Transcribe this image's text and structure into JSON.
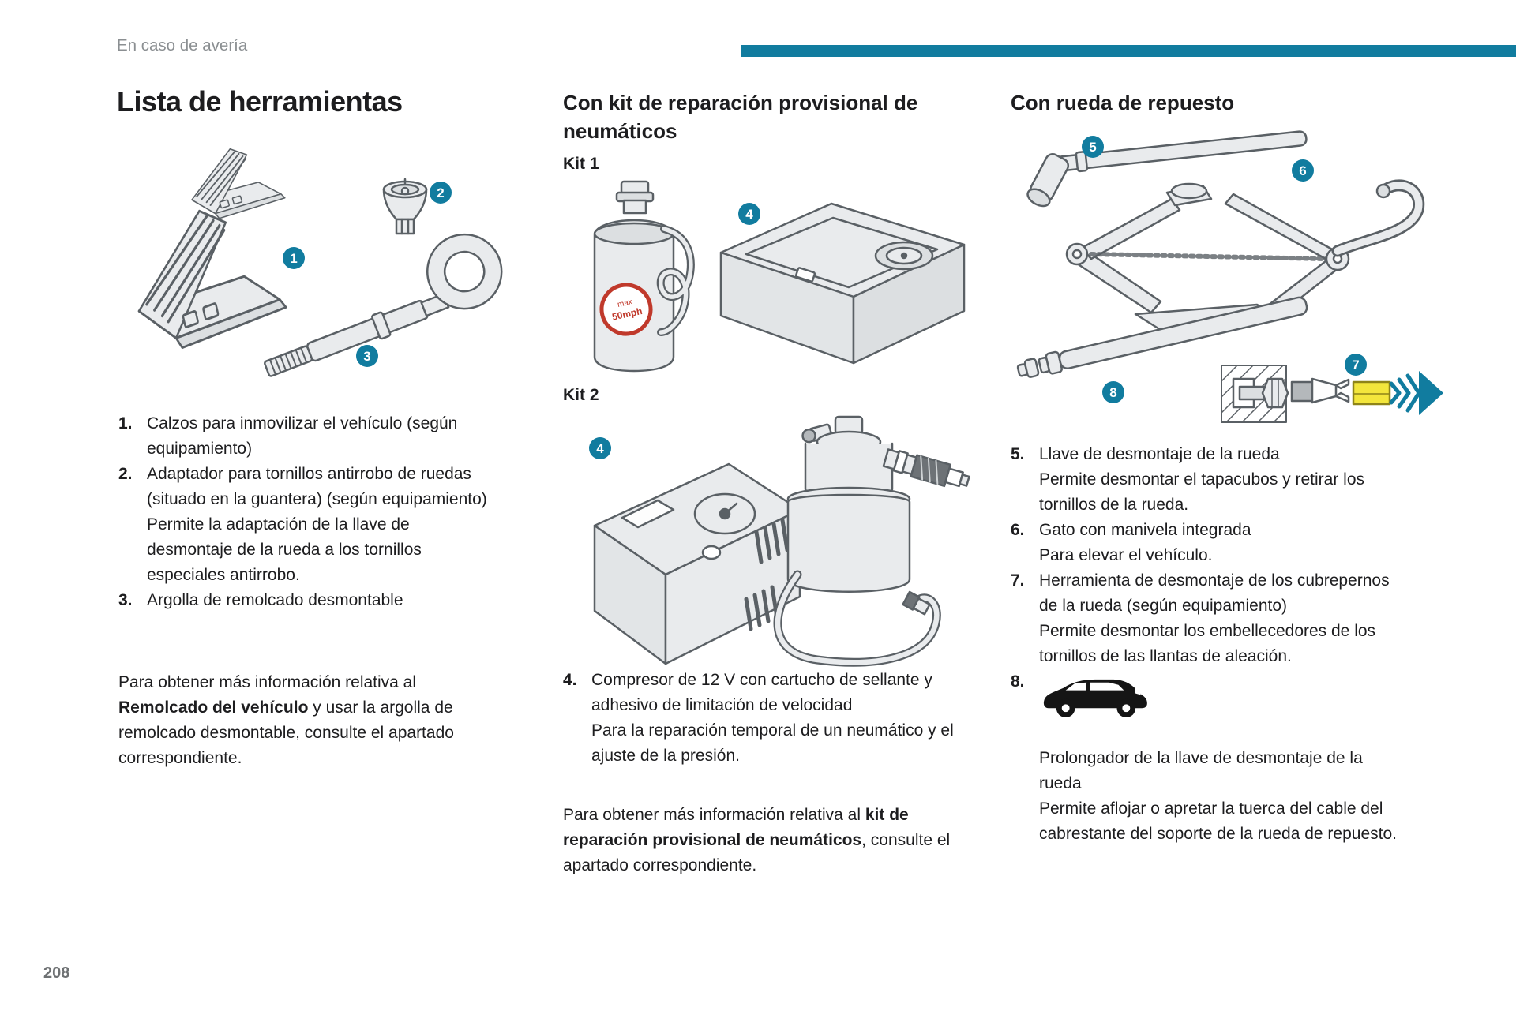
{
  "page": {
    "section_header": "En caso de avería",
    "page_number": "208",
    "accent_color": "#117c9f",
    "highlight_color": "#f3e63c",
    "text_color": "#1d1d1f",
    "line_art_fill": "#e9ebed",
    "line_art_stroke": "#5a6065"
  },
  "tools": {
    "title": "Lista de herramientas",
    "badges": [
      "1",
      "2",
      "3"
    ],
    "items": [
      {
        "num": "1.",
        "text": "Calzos para inmovilizar el vehículo (según equipamiento)"
      },
      {
        "num": "2.",
        "text": "Adaptador para tornillos antirrobo de ruedas (situado en la guantera) (según equipamiento)",
        "desc": "Permite la adaptación de la llave de desmontaje de la rueda a los tornillos especiales antirrobo."
      },
      {
        "num": "3.",
        "text": "Argolla de remolcado desmontable"
      }
    ],
    "note_pre": "Para obtener más información relativa al ",
    "note_bold": "Remolcado del vehículo",
    "note_post": " y usar la argolla de remolcado desmontable, consulte el apartado correspondiente."
  },
  "repair_kit": {
    "title": "Con kit de reparación provisional de neumáticos",
    "kit1_label": "Kit 1",
    "kit2_label": "Kit 2",
    "kit1_badge": "4",
    "kit2_badge": "4",
    "bottle_text_top": "max",
    "bottle_text_bottom": "50mph",
    "items": [
      {
        "num": "4.",
        "text": "Compresor de 12 V con cartucho de sellante y adhesivo de limitación de velocidad",
        "desc": "Para la reparación temporal de un neumático y el ajuste de la presión."
      }
    ],
    "note_pre": "Para obtener más información relativa al ",
    "note_bold": "kit de reparación provisional de neumáticos",
    "note_post": ", consulte el apartado correspondiente."
  },
  "spare_wheel": {
    "title": "Con rueda de repuesto",
    "badges": [
      "5",
      "6",
      "7",
      "8"
    ],
    "items": [
      {
        "num": "5.",
        "text": "Llave de desmontaje de la rueda",
        "desc": "Permite desmontar el tapacubos y retirar los tornillos de la rueda."
      },
      {
        "num": "6.",
        "text": "Gato con manivela integrada",
        "desc": "Para elevar el vehículo."
      },
      {
        "num": "7.",
        "text": "Herramienta de desmontaje de los cubrepernos de la rueda (según equipamiento)",
        "desc": "Permite desmontar los embellecedores de los tornillos de las llantas de aleación."
      },
      {
        "num": "8.",
        "text": "Prolongador de la llave de desmontaje de la rueda",
        "desc": "Permite aflojar o apretar la tuerca del cable del cabrestante del soporte de la rueda de repuesto."
      }
    ]
  }
}
